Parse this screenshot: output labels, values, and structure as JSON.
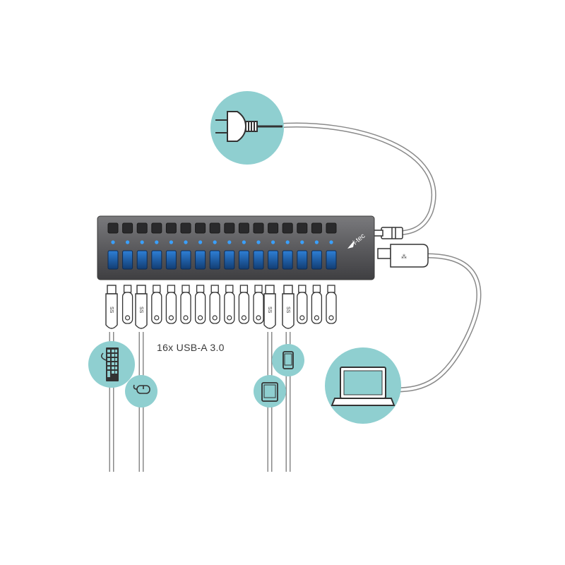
{
  "hub": {
    "brand": "i-tec",
    "port_count": 16,
    "body_color": "#5b5b5e",
    "led_color": "#3aa0ff",
    "port_color": "#1f5fb0"
  },
  "caption": "16x USB-A 3.0",
  "accent_color": "#8fcfd0",
  "connections": {
    "power": "power-plug-icon",
    "upstream": "laptop-icon",
    "devices": [
      "keyboard-icon",
      "mouse-icon",
      "tablet-icon",
      "smartphone-icon"
    ]
  },
  "usb_logo_text": "SS"
}
